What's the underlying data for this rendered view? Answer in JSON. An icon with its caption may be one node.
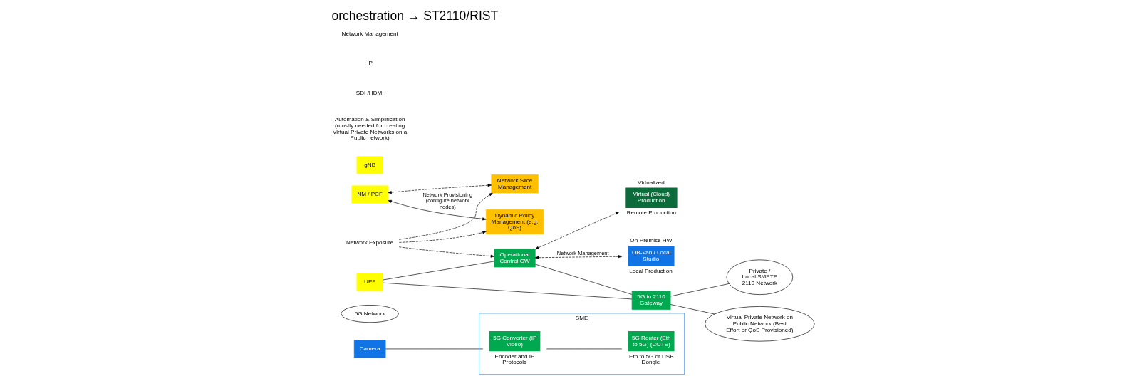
{
  "diagram": {
    "title": "orchestration → ST2110/RIST",
    "nodes": [
      {
        "text": [
          "Camera"
        ]
      },
      {
        "text": [
          "SME"
        ]
      },
      {
        "text": [
          "5G Converter (IP Video)"
        ],
        "in": 1,
        "beside": [
          "Encoder and IP Protocols"
        ]
      },
      {
        "text": [
          "5G Router (Eth to 5G) (COTS)"
        ],
        "in": 1,
        "beside": [
          "Eth to 5G or USB Dongle"
        ]
      },
      {
        "text": [
          "5G Network"
        ]
      },
      {
        "text": [
          "NM / PCF"
        ]
      },
      {
        "text": [
          "gNB"
        ]
      },
      {
        "text": [
          "UPF"
        ]
      },
      {
        "text": [
          "Network Slice Management"
        ]
      },
      {
        "text": [
          "Dynamic Policy Management (e.g. QoS)"
        ]
      },
      {
        "text": [
          "Network Exposure"
        ]
      },
      {
        "text": [
          "Operational Control GW"
        ]
      },
      {
        "text": [
          "5G to 2110 Gateway"
        ]
      },
      {
        "text": [
          "Private / Local SMPTE 2110 Network"
        ]
      },
      {
        "text": [
          "OB-Van / Local Studio"
        ],
        "beside": [
          "On-Premise HW",
          "Local Production"
        ]
      },
      {
        "text": [
          "Virtual Private Network on Public Network (Best Effort or QoS Provisioned)"
        ]
      },
      {
        "text": [
          "Virtual (Cloud) Production"
        ],
        "beside": [
          "Virtualized",
          "Remote Production"
        ]
      }
    ],
    "edges": [
      {
        "from": 0,
        "to": 2,
        "arrow": "none"
      },
      {
        "from": 2,
        "to": 3,
        "arrow": "none"
      },
      {
        "from": 5,
        "to": 8,
        "arrow": "both",
        "style": "dashed"
      },
      {
        "from": 5,
        "to": 9,
        "arrow": "both",
        "label": "Network Provisioning (configure network nodes)"
      },
      {
        "from": 10,
        "to": 8,
        "arrow": "to",
        "style": "dashed"
      },
      {
        "from": 10,
        "to": 9,
        "arrow": "to",
        "style": "dashed"
      },
      {
        "from": 10,
        "to": 11,
        "arrow": "to",
        "style": "dashed"
      },
      {
        "from": 7,
        "to": 11,
        "arrow": "none"
      },
      {
        "from": 7,
        "to": 12,
        "arrow": "none"
      },
      {
        "from": 11,
        "to": 12,
        "arrow": "none"
      },
      {
        "from": 12,
        "to": 13,
        "arrow": "none"
      },
      {
        "from": 12,
        "to": 15,
        "arrow": "none"
      },
      {
        "from": 11,
        "to": 14,
        "arrow": "both",
        "style": "dashed",
        "label": "Network Management"
      },
      {
        "from": 11,
        "to": 16,
        "arrow": "both",
        "style": "dashed"
      }
    ],
    "labels": [
      "Automation & Simplification (mostly needed for creating Virtual Private Networks on a Public network)",
      "SDI /HDMI",
      "IP",
      "Network Management"
    ]
  }
}
